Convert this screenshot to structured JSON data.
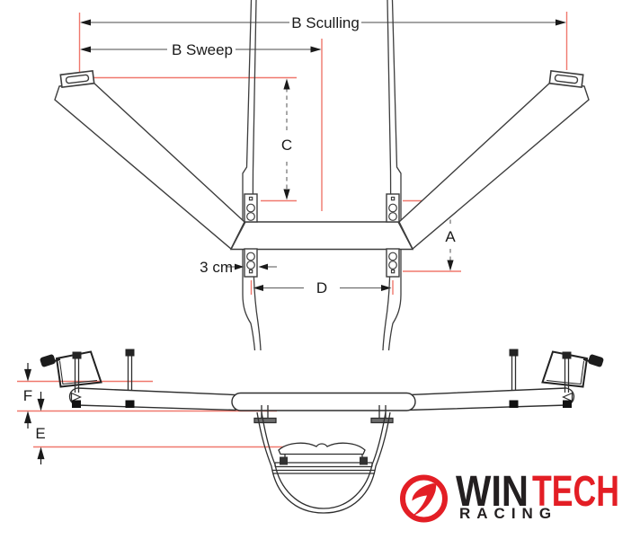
{
  "diagram": {
    "top_view": {
      "dim_b_sculling": "B Sculling",
      "dim_b_sweep": "B Sweep",
      "dim_c": "C",
      "dim_a": "A",
      "dim_d": "D",
      "dim_plate_width": "3 cm"
    },
    "side_view": {
      "dim_f": "F",
      "dim_e": "E"
    },
    "colors": {
      "outline": "#333333",
      "dimension_gray": "#6e6e6e",
      "measure_red": "#f0786d",
      "logo_red": "#e31e25",
      "logo_dark": "#231f20"
    }
  },
  "logo": {
    "win": "WIN",
    "tech": "TECH",
    "racing": "RACING"
  }
}
